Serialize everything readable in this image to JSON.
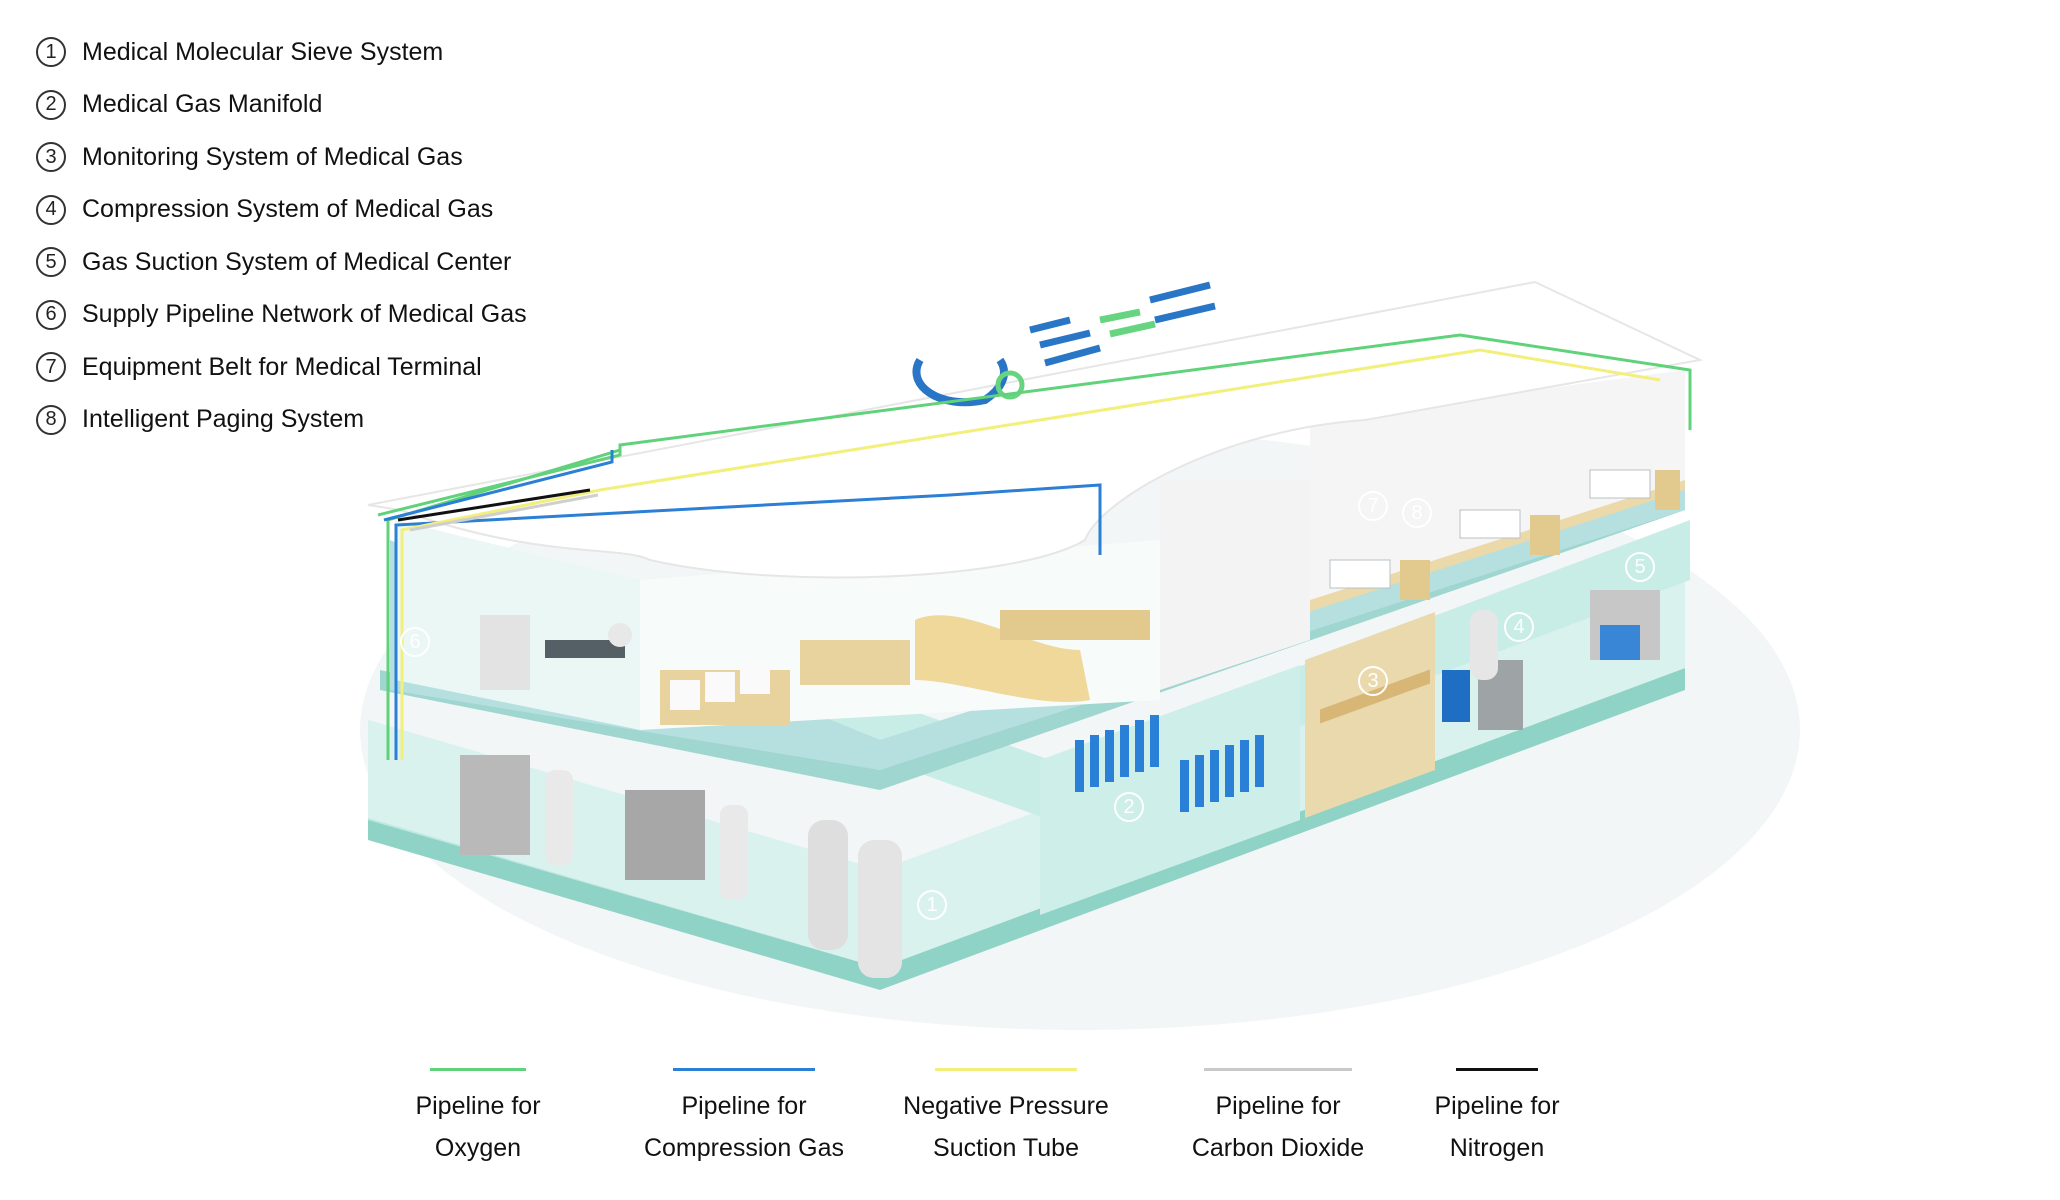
{
  "systems": [
    {
      "num": "1",
      "label": "Medical Molecular Sieve System"
    },
    {
      "num": "2",
      "label": "Medical Gas Manifold"
    },
    {
      "num": "3",
      "label": "Monitoring System of Medical Gas"
    },
    {
      "num": "4",
      "label": "Compression System of Medical Gas"
    },
    {
      "num": "5",
      "label": "Gas Suction System of Medical Center"
    },
    {
      "num": "6",
      "label": "Supply Pipeline Network of Medical Gas"
    },
    {
      "num": "7",
      "label": "Equipment Belt for Medical Terminal"
    },
    {
      "num": "8",
      "label": "Intelligent Paging System"
    }
  ],
  "pipelines": [
    {
      "line1": "Pipeline for",
      "line2": "Oxygen",
      "color": "#5fd27a"
    },
    {
      "line1": "Pipeline for",
      "line2": "Compression Gas",
      "color": "#2b7fd4"
    },
    {
      "line1": "Negative Pressure",
      "line2": "Suction Tube",
      "color": "#f2ef7a"
    },
    {
      "line1": "Pipeline for",
      "line2": "Carbon Dioxide",
      "color": "#c9c9c9"
    },
    {
      "line1": "Pipeline for",
      "line2": "Nitrogen",
      "color": "#111111"
    }
  ],
  "markers": [
    "1",
    "2",
    "3",
    "4",
    "5",
    "6",
    "7",
    "8"
  ],
  "colors": {
    "oxygen": "#5fd27a",
    "compression": "#2b7fd4",
    "suction": "#f2ef7a",
    "nitrogen": "#111111",
    "floor_teal": "#a9dcd6",
    "wall_teal": "#cfeeea",
    "wood": "#e8d3a2",
    "roof": "#ffffff"
  }
}
